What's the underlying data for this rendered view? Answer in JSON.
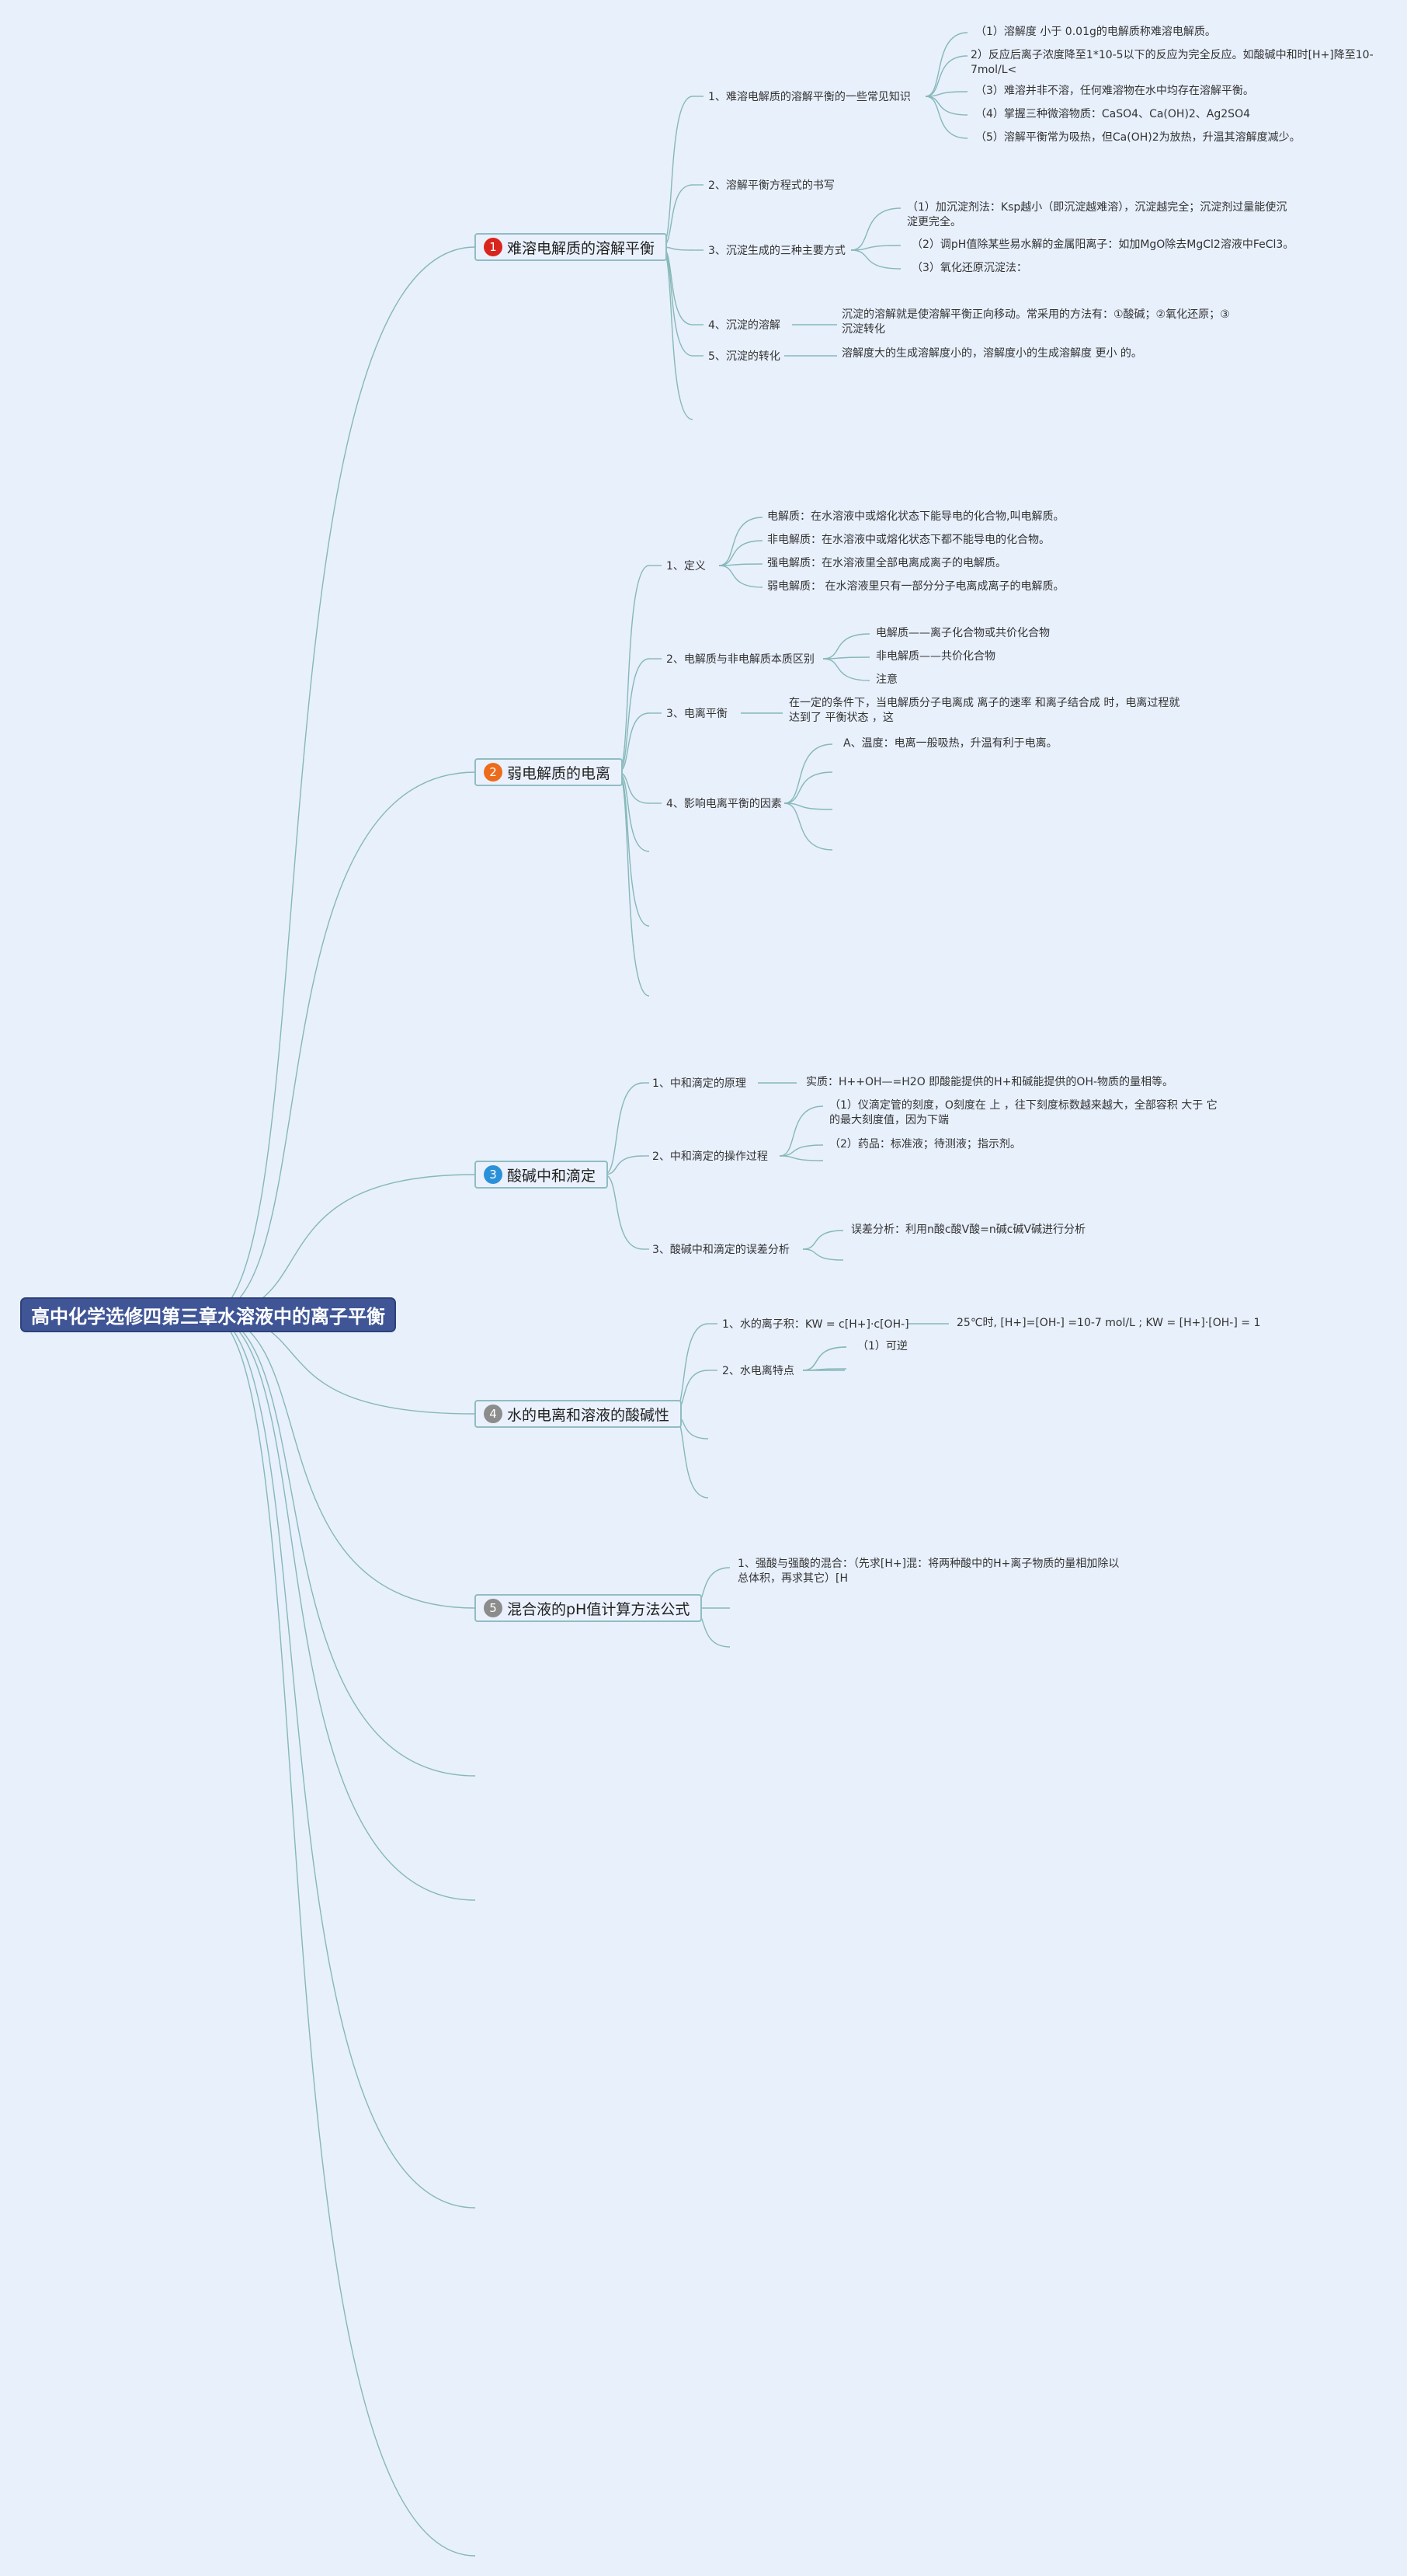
{
  "root": "高中化学选修四第三章水溶液中的离子平衡",
  "colors": {
    "line": "#86b8b8",
    "root_bg": "#3f5596",
    "badge1": "#d9261c",
    "badge2": "#ec6c1d",
    "badge3": "#2a91d9",
    "badge4": "#8c8c8c",
    "badge5": "#8c8c8c"
  },
  "branches": [
    {
      "num": "1",
      "title": "难溶电解质的溶解平衡",
      "subs": [
        {
          "label": "1、难溶电解质的溶解平衡的一些常见知识",
          "leaves": [
            "（1）溶解度 小于 0.01g的电解质称难溶电解质。",
            "2）反应后离子浓度降至1*10-5以下的反应为完全反应。如酸碱中和时[H+]降至10-7mol/L<",
            "（3）难溶并非不溶，任何难溶物在水中均存在溶解平衡。",
            "（4）掌握三种微溶物质：CaSO4、Ca(OH)2、Ag2SO4",
            "（5）溶解平衡常为吸热，但Ca(OH)2为放热，升温其溶解度减少。"
          ]
        },
        {
          "label": "2、溶解平衡方程式的书写"
        },
        {
          "label": "3、沉淀生成的三种主要方式",
          "leaves": [
            "（1）加沉淀剂法：Ksp越小（即沉淀越难溶），沉淀越完全；沉淀剂过量能使沉淀更完全。",
            "（2）调pH值除某些易水解的金属阳离子：如加MgO除去MgCl2溶液中FeCl3。",
            "（3）氧化还原沉淀法："
          ]
        },
        {
          "label": "4、沉淀的溶解",
          "leaves": [
            "沉淀的溶解就是使溶解平衡正向移动。常采用的方法有：①酸碱；②氧化还原；③ 沉淀转化"
          ]
        },
        {
          "label": "5、沉淀的转化",
          "leaves": [
            "溶解度大的生成溶解度小的，溶解度小的生成溶解度 更小 的。"
          ]
        }
      ]
    },
    {
      "num": "2",
      "title": "弱电解质的电离",
      "subs": [
        {
          "label": "1、定义",
          "leaves": [
            "电解质：在水溶液中或熔化状态下能导电的化合物,叫电解质。",
            "非电解质：在水溶液中或熔化状态下都不能导电的化合物。",
            "强电解质：在水溶液里全部电离成离子的电解质。",
            "弱电解质： 在水溶液里只有一部分分子电离成离子的电解质。"
          ]
        },
        {
          "label": "2、电解质与非电解质本质区别",
          "leaves": [
            "电解质——离子化合物或共价化合物",
            "非电解质——共价化合物",
            "注意"
          ]
        },
        {
          "label": "3、电离平衡",
          "leaves": [
            "在一定的条件下，当电解质分子电离成 离子的速率 和离子结合成 时，电离过程就达到了 平衡状态 ，这"
          ]
        },
        {
          "label": "4、影响电离平衡的因素",
          "leaves": [
            "A、温度：电离一般吸热，升温有利于电离。"
          ]
        }
      ]
    },
    {
      "num": "3",
      "title": "酸碱中和滴定",
      "subs": [
        {
          "label": "1、中和滴定的原理",
          "leaves": [
            "实质：H++OH—=H2O 即酸能提供的H+和碱能提供的OH-物质的量相等。"
          ]
        },
        {
          "label": "2、中和滴定的操作过程",
          "leaves": [
            "（1）仪滴定管的刻度，O刻度在 上 ，往下刻度标数越来越大，全部容积 大于 它的最大刻度值，因为下端",
            "（2）药品：标准液；待测液；指示剂。"
          ]
        },
        {
          "label": "3、酸碱中和滴定的误差分析",
          "leaves": [
            "误差分析：利用n酸c酸V酸=n碱c碱V碱进行分析"
          ]
        }
      ]
    },
    {
      "num": "4",
      "title": "水的电离和溶液的酸碱性",
      "subs": [
        {
          "label": "1、水的离子积：KW = c[H+]·c[OH-]",
          "leaves": [
            "25℃时, [H+]=[OH-] =10-7 mol/L ; KW = [H+]·[OH-] = 1"
          ]
        },
        {
          "label": "2、水电离特点",
          "leaves": [
            "（1）可逆"
          ]
        }
      ]
    },
    {
      "num": "5",
      "title": "混合液的pH值计算方法公式",
      "subs": [
        {
          "label": "1、强酸与强酸的混合：（先求[H+]混：将两种酸中的H+离子物质的量相加除以总体积，再求其它）[H"
        }
      ]
    }
  ]
}
